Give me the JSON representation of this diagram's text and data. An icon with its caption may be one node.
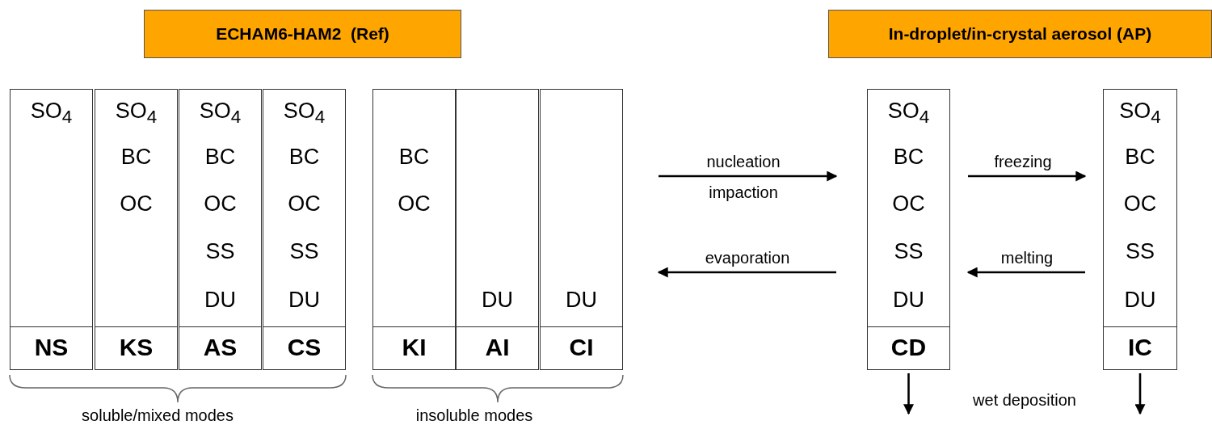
{
  "diagram": {
    "nodes": [
      {
        "text": [
          "ECHAM6-HAM2  (Ref)"
        ]
      },
      {
        "text": [
          "In-droplet/in-crystal aerosol (AP)"
        ]
      },
      {
        "text": [
          "SO$_{4}$",
          "NS"
        ]
      },
      {
        "text": [
          "SO$_{4}$",
          "BC",
          "OC",
          "KS"
        ]
      },
      {
        "text": [
          "SO$_{4}$",
          "BC",
          "OC",
          "SS",
          "DU",
          "AS"
        ]
      },
      {
        "text": [
          "SO$_{4}$",
          "BC",
          "OC",
          "SS",
          "DU",
          "CS"
        ]
      },
      {
        "text": [
          "BC",
          "OC",
          "KI"
        ]
      },
      {
        "text": [
          "DU",
          "AI"
        ]
      },
      {
        "text": [
          "DU",
          "CI"
        ]
      },
      {
        "text": [
          "SO$_{4}$",
          "BC",
          "OC",
          "SS",
          "DU",
          "CD"
        ]
      },
      {
        "text": [
          "SO$_{4}$",
          "BC",
          "OC",
          "SS",
          "DU",
          "IC"
        ]
      }
    ],
    "edges": [
      {
        "from": null,
        "to": 9,
        "arrow": "to",
        "label": "nucleation"
      },
      {
        "from": 9,
        "to": null,
        "arrow": "to",
        "label": "evaporation"
      },
      {
        "from": 9,
        "to": 10,
        "arrow": "to",
        "label": "freezing"
      },
      {
        "from": 10,
        "to": 9,
        "arrow": "to",
        "label": "melting"
      },
      {
        "from": 9,
        "to": null,
        "arrow": "to"
      },
      {
        "from": 10,
        "to": null,
        "arrow": "to"
      }
    ],
    "labels": [
      "impaction",
      "soluble/mixed modes",
      "insoluble modes",
      "wet deposition"
    ]
  }
}
